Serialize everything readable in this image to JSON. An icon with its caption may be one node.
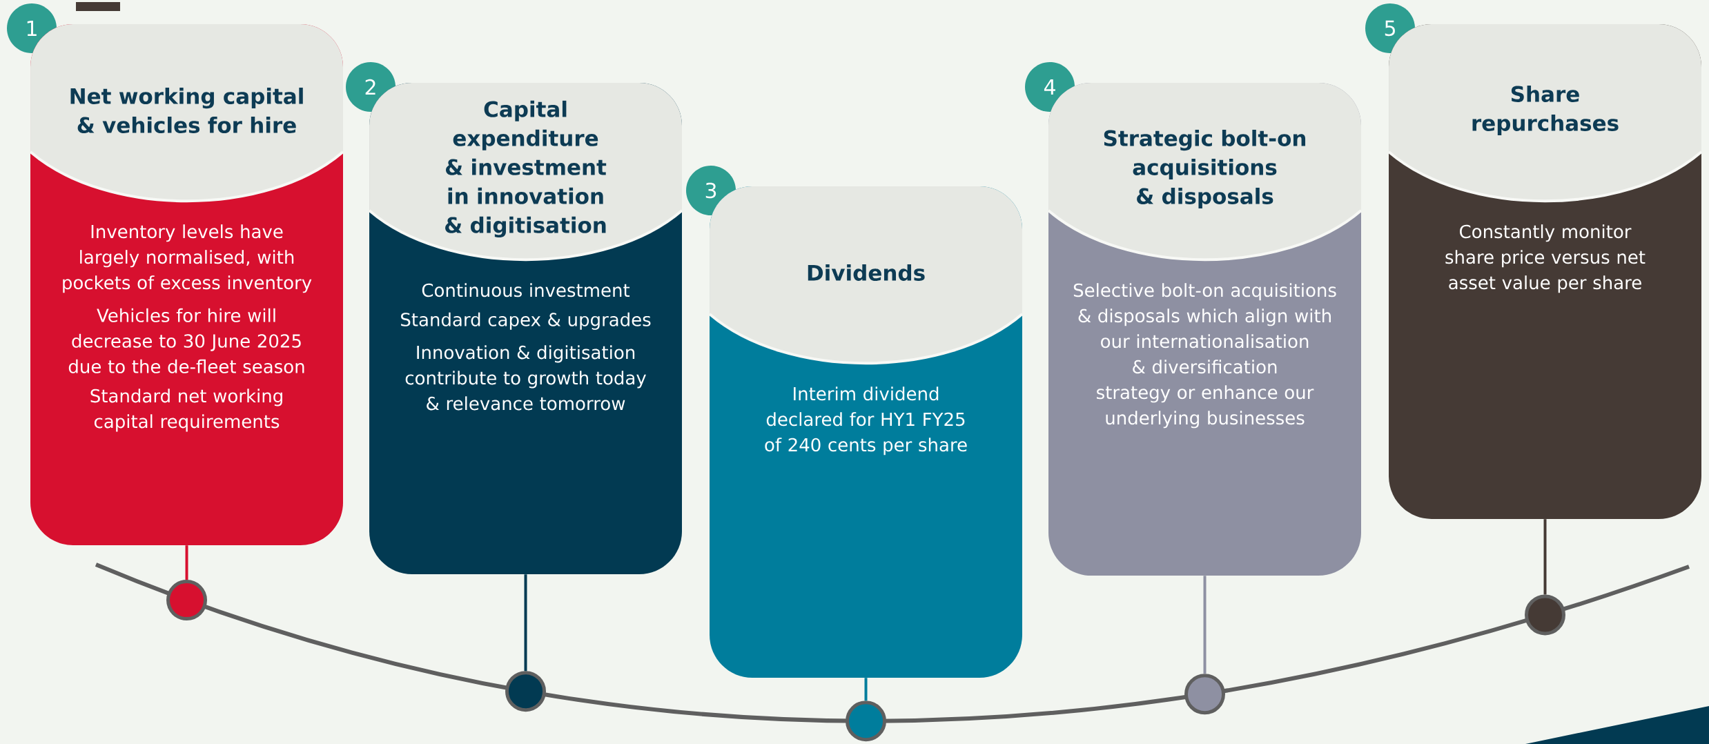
{
  "diagram": {
    "nodes": [
      {
        "text": [
          "1"
        ]
      },
      {
        "text": [
          "Net working capital & vehicles for hire",
          "Inventory levels have largely normalised, with pockets of excess inventory",
          "Vehicles for hire will decrease to 30 June 2025 due to the de-fleet season",
          "Standard net working capital requirements"
        ]
      },
      {
        "text": [],
        "shape": "circle"
      },
      {
        "text": [
          "2"
        ]
      },
      {
        "text": [
          "Capital expenditure & investment in innovation & digitisation",
          "Continuous investment",
          "Standard capex & upgrades",
          "Innovation & digitisation contribute to growth today & relevance tomorrow"
        ]
      },
      {
        "text": [],
        "shape": "circle"
      },
      {
        "text": [
          "3"
        ]
      },
      {
        "text": [
          "Dividends",
          "Interim dividend declared for HY1 FY25 of 240 cents per share"
        ]
      },
      {
        "text": [],
        "shape": "circle"
      },
      {
        "text": [
          "4"
        ]
      },
      {
        "text": [
          "Strategic bolt-on acquisitions & disposals",
          "Selective bolt-on acquisitions & disposals which align with our internationalisation & diversification strategy or enhance our underlying businesses"
        ]
      },
      {
        "text": [],
        "shape": "circle"
      },
      {
        "text": [
          "5"
        ]
      },
      {
        "text": [
          "Share repurchases",
          "Constantly monitor share price versus net asset value per share"
        ]
      },
      {
        "text": [],
        "shape": "circle"
      }
    ],
    "edges": [
      {
        "from": 1,
        "to": 2,
        "arrow": "none",
        "color": "#d7102f"
      },
      {
        "from": 4,
        "to": 5,
        "arrow": "none",
        "color": "#023a52"
      },
      {
        "from": 7,
        "to": 8,
        "arrow": "none",
        "color": "#007d9c"
      },
      {
        "from": 10,
        "to": 11,
        "arrow": "none",
        "color": "#8e90a2"
      },
      {
        "from": 13,
        "to": 14,
        "arrow": "none",
        "color": "#453a35"
      }
    ]
  }
}
